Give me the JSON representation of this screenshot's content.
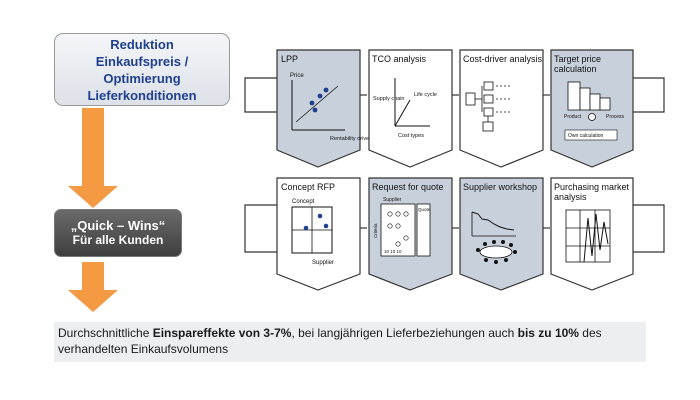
{
  "goal_box": {
    "line1": "Reduktion",
    "line2": "Einkaufspreis /",
    "line3": "Optimierung",
    "line4": "Lieferkonditionen"
  },
  "quick_wins": {
    "line1": "„Quick – Wins“",
    "line2": "Für alle Kunden"
  },
  "summary": {
    "p1": "Durchschnittliche ",
    "b1": "Einspareffekte von 3-7%",
    "p2": ", bei langjährigen Lieferbeziehungen auch ",
    "b2": "bis zu 10%",
    "p3": " des verhandelten Einkaufsvolumens"
  },
  "tools_row1": [
    {
      "title": "LPP",
      "shaded": true,
      "y_label": "Price",
      "x_label": "Rentability drivers"
    },
    {
      "title": "TCO analysis",
      "shaded": false,
      "y_label": "Supply chain",
      "z_label": "Life cycle",
      "x_label": "Cost types"
    },
    {
      "title": "Cost-driver analysis",
      "shaded": false
    },
    {
      "title": "Target price calculation",
      "shaded": true,
      "sub1": "Product",
      "sub2": "Process",
      "sub3": "Own calculation"
    }
  ],
  "tools_row2": [
    {
      "title": "Concept RFP",
      "shaded": false,
      "y_label": "Concept",
      "x_label": "Supplier"
    },
    {
      "title": "Request for quote",
      "shaded": true,
      "top_label": "Supplier",
      "side_label": "Criteria",
      "sub": "Quote",
      "nums": "10 10 10"
    },
    {
      "title": "Supplier workshop",
      "shaded": true
    },
    {
      "title": "Purchasing market analysis",
      "shaded": false
    }
  ],
  "colors": {
    "arrow": "#f39a43",
    "goal_text": "#1f3f8f",
    "shaded_card": "#c8d0dc",
    "card_border": "#333333"
  }
}
